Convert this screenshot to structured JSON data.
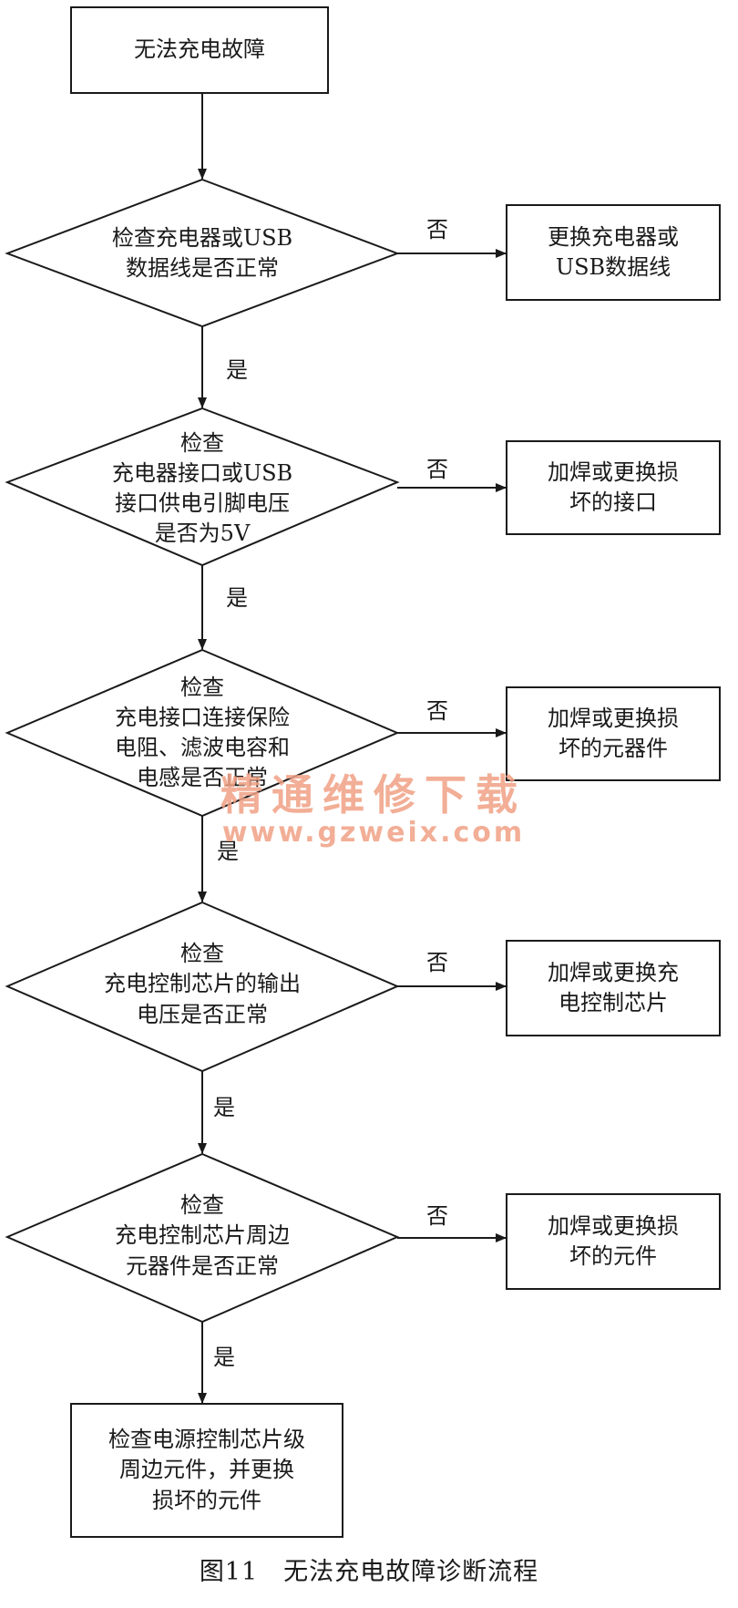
{
  "nodes": {
    "start": "无法充电故障",
    "check1": "检查充电器或USB\n数据线是否正常",
    "action1": "更换充电器或\nUSB数据线",
    "check2": "检查\n充电器接口或USB\n接口供电引脚电压\n是否为5V",
    "action2": "加焊或更换损\n坏的接口",
    "check3": "检查\n充电接口连接保险\n电阻、滤波电容和\n电感是否正常",
    "action3": "加焊或更换损\n坏的元器件",
    "check4": "检查\n充电控制芯片的输出\n电压是否正常",
    "action4": "加焊或更换充\n电控制芯片",
    "check5": "检查\n充电控制芯片周边\n元器件是否正常",
    "action5": "加焊或更换损\n坏的元件",
    "end": "检查电源控制芯片级\n周边元件，并更换\n损坏的元件"
  },
  "labels": {
    "yes": "是",
    "no": "否"
  },
  "caption": {
    "figure_number": "图11",
    "title": "无法充电故障诊断流程"
  },
  "watermark": {
    "title": "精通维修下载",
    "url": "www.gzweix.com"
  },
  "colors": {
    "line": "#1a1a1a",
    "watermark": "#f0a084"
  }
}
